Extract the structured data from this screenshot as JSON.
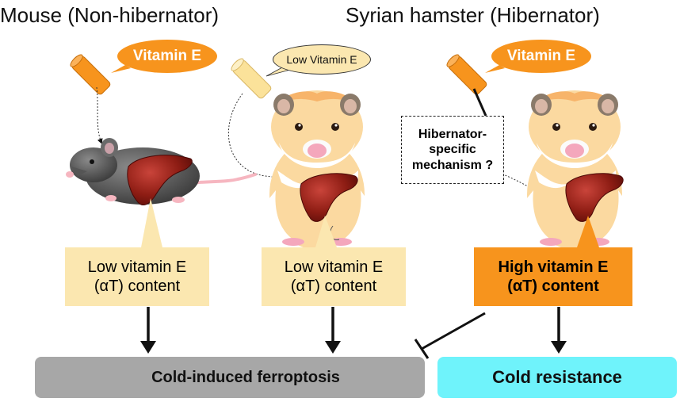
{
  "titles": {
    "left": "Mouse (Non-hibernator)",
    "right": "Syrian hamster (Hibernator)"
  },
  "bubbles": {
    "mouse": "Vitamin E",
    "hamster_low": "Low Vitamin E",
    "hamster_high": "Vitamin E"
  },
  "mechanism": {
    "line1": "Hibernator-",
    "line2": "specific",
    "line3": "mechanism ?"
  },
  "content_boxes": {
    "mouse": {
      "line1": "Low vitamin E",
      "line2": "(αT) content"
    },
    "hamster_low": {
      "line1": "Low vitamin E",
      "line2": "(αT) content"
    },
    "hamster_high": {
      "line1": "High vitamin E",
      "line2": "(αT) content"
    }
  },
  "outcomes": {
    "ferroptosis": "Cold-induced ferroptosis",
    "resistance": "Cold resistance"
  },
  "icons": {
    "skull": "skull-crossbones-icon",
    "capsule": "vitamin-capsule-icon",
    "liver": "liver-icon"
  },
  "colors": {
    "orange": "#f7941d",
    "light_orange": "#fbd9a0",
    "pale_yellow": "#fbe7b0",
    "gray_box": "#a7a7a7",
    "cyan_box": "#6ff3fb",
    "liver": "#8e1d14"
  }
}
